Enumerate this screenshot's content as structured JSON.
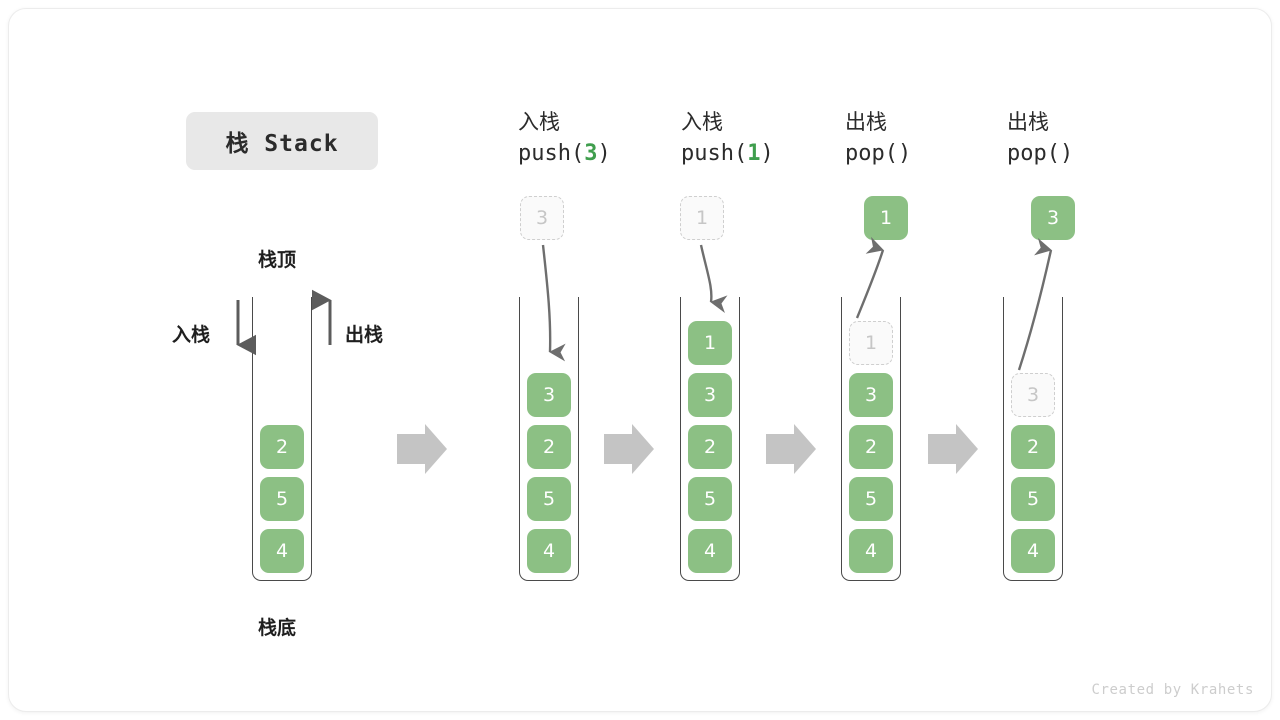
{
  "title_chip": {
    "label": "栈 Stack"
  },
  "left_stack": {
    "top_label": "栈顶",
    "bottom_label": "栈底",
    "push_label": "入栈",
    "pop_label": "出栈",
    "cells": [
      "2",
      "5",
      "4"
    ]
  },
  "steps": [
    {
      "id": "push-3",
      "cn_label": "入栈",
      "code_prefix": "push(",
      "code_value": "3",
      "code_suffix": ")",
      "floating_cell": {
        "value": "3",
        "style": "ghost"
      },
      "arrow": "down",
      "cells": [
        {
          "value": "3",
          "style": "filled"
        },
        {
          "value": "2",
          "style": "filled"
        },
        {
          "value": "5",
          "style": "filled"
        },
        {
          "value": "4",
          "style": "filled"
        }
      ]
    },
    {
      "id": "push-1",
      "cn_label": "入栈",
      "code_prefix": "push(",
      "code_value": "1",
      "code_suffix": ")",
      "floating_cell": {
        "value": "1",
        "style": "ghost"
      },
      "arrow": "down",
      "cells": [
        {
          "value": "1",
          "style": "filled"
        },
        {
          "value": "3",
          "style": "filled"
        },
        {
          "value": "2",
          "style": "filled"
        },
        {
          "value": "5",
          "style": "filled"
        },
        {
          "value": "4",
          "style": "filled"
        }
      ]
    },
    {
      "id": "pop-1",
      "cn_label": "出栈",
      "code_prefix": "pop(",
      "code_value": "",
      "code_suffix": ")",
      "floating_cell": {
        "value": "1",
        "style": "filled"
      },
      "arrow": "up",
      "cells": [
        {
          "value": "1",
          "style": "ghost"
        },
        {
          "value": "3",
          "style": "filled"
        },
        {
          "value": "2",
          "style": "filled"
        },
        {
          "value": "5",
          "style": "filled"
        },
        {
          "value": "4",
          "style": "filled"
        }
      ]
    },
    {
      "id": "pop-3",
      "cn_label": "出栈",
      "code_prefix": "pop(",
      "code_value": "",
      "code_suffix": ")",
      "floating_cell": {
        "value": "3",
        "style": "filled"
      },
      "arrow": "up",
      "cells": [
        {
          "value": "3",
          "style": "ghost"
        },
        {
          "value": "2",
          "style": "filled"
        },
        {
          "value": "5",
          "style": "filled"
        },
        {
          "value": "4",
          "style": "filled"
        }
      ]
    }
  ],
  "watermark": "Created by Krahets",
  "colors": {
    "cell_green": "#8cc084",
    "accent_green": "#3f9e4d",
    "arrow_gray": "#c4c4c4",
    "stroke_gray": "#6e6e6e",
    "ghost_border": "#cfcfcf",
    "chip_bg": "#e8e8e8",
    "text_dark": "#2b2b2b"
  }
}
